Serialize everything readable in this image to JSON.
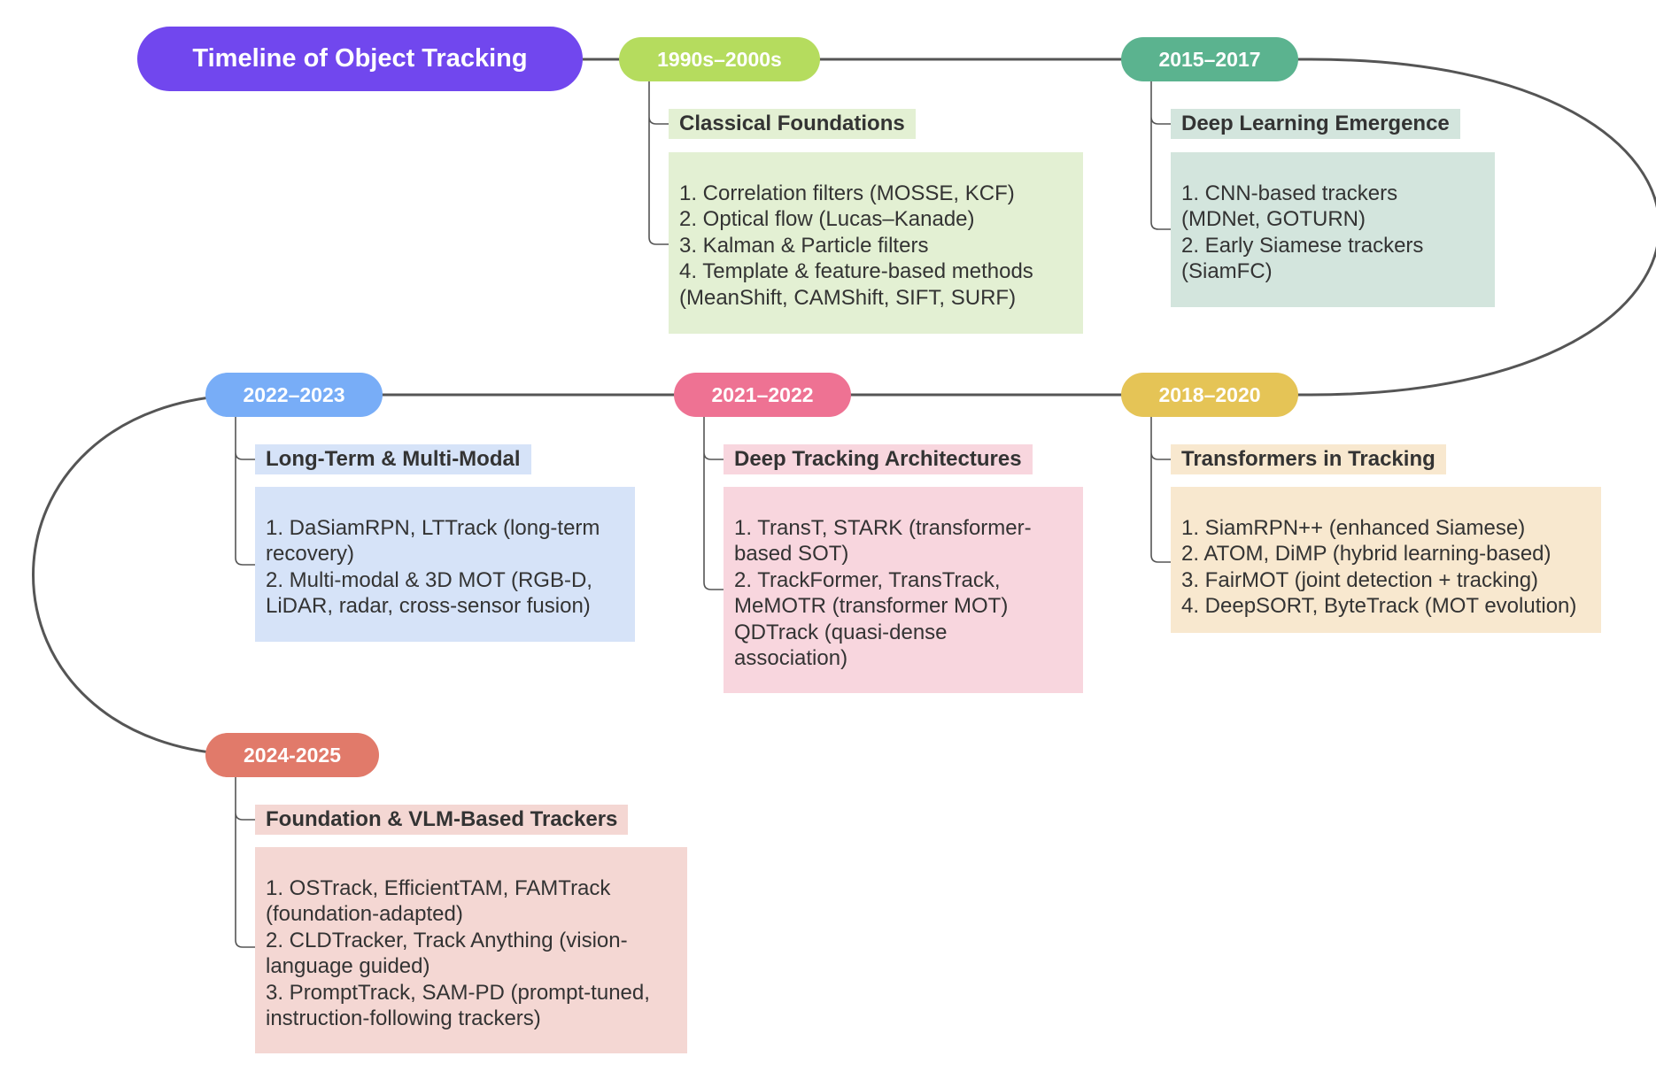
{
  "diagram": {
    "title": "Timeline of Object Tracking",
    "eras": [
      {
        "id": "e1",
        "label": "1990s–2000s",
        "color": "#b5dc5e",
        "heading": "Classical Foundations",
        "heading_bg": "#e3f0d3",
        "box_bg": "#e3f0d3",
        "lines": [
          "1. Correlation filters (MOSSE, KCF)",
          "2. Optical flow (Lucas–Kanade)",
          "3. Kalman & Particle filters",
          "4. Template & feature-based methods",
          "(MeanShift, CAMShift, SIFT, SURF)"
        ]
      },
      {
        "id": "e2",
        "label": "2015–2017",
        "color": "#5bb38f",
        "heading": "Deep Learning Emergence",
        "heading_bg": "#d3e5dd",
        "box_bg": "#d3e5dd",
        "lines": [
          "1. CNN-based trackers",
          "(MDNet, GOTURN)",
          "2. Early Siamese trackers",
          "(SiamFC)"
        ]
      },
      {
        "id": "e3",
        "label": "2018–2020",
        "color": "#e5c456",
        "heading": "Transformers in Tracking",
        "heading_bg": "#f8e8cf",
        "box_bg": "#f8e8cf",
        "lines": [
          "1. SiamRPN++ (enhanced Siamese)",
          "2. ATOM, DiMP (hybrid learning-based)",
          "3. FairMOT (joint detection + tracking)",
          "4. DeepSORT, ByteTrack (MOT evolution)"
        ]
      },
      {
        "id": "e4",
        "label": "2021–2022",
        "color": "#ee7293",
        "heading": "Deep Tracking Architectures",
        "heading_bg": "#f8d6de",
        "box_bg": "#f8d6de",
        "lines": [
          "1. TransT, STARK (transformer-",
          "based SOT)",
          "2. TrackFormer, TransTrack,",
          "MeMOTR (transformer MOT)",
          "QDTrack (quasi-dense",
          "association)"
        ]
      },
      {
        "id": "e5",
        "label": "2022–2023",
        "color": "#78adf7",
        "heading": "Long-Term & Multi-Modal",
        "heading_bg": "#d6e3f8",
        "box_bg": "#d6e3f8",
        "lines": [
          "1. DaSiamRPN, LTTrack (long-term",
          "recovery)",
          "2. Multi-modal & 3D MOT (RGB-D,",
          "LiDAR, radar, cross-sensor fusion)"
        ]
      },
      {
        "id": "e6",
        "label": "2024-2025",
        "color": "#e17a6a",
        "heading": "Foundation & VLM-Based Trackers",
        "heading_bg": "#f4d7d3",
        "box_bg": "#f4d7d3",
        "lines": [
          "1. OSTrack, EfficientTAM, FAMTrack",
          "(foundation-adapted)",
          "2. CLDTracker, Track Anything (vision-",
          "language guided)",
          "3. PromptTrack, SAM-PD (prompt-tuned,",
          "instruction-following trackers)"
        ]
      }
    ]
  }
}
